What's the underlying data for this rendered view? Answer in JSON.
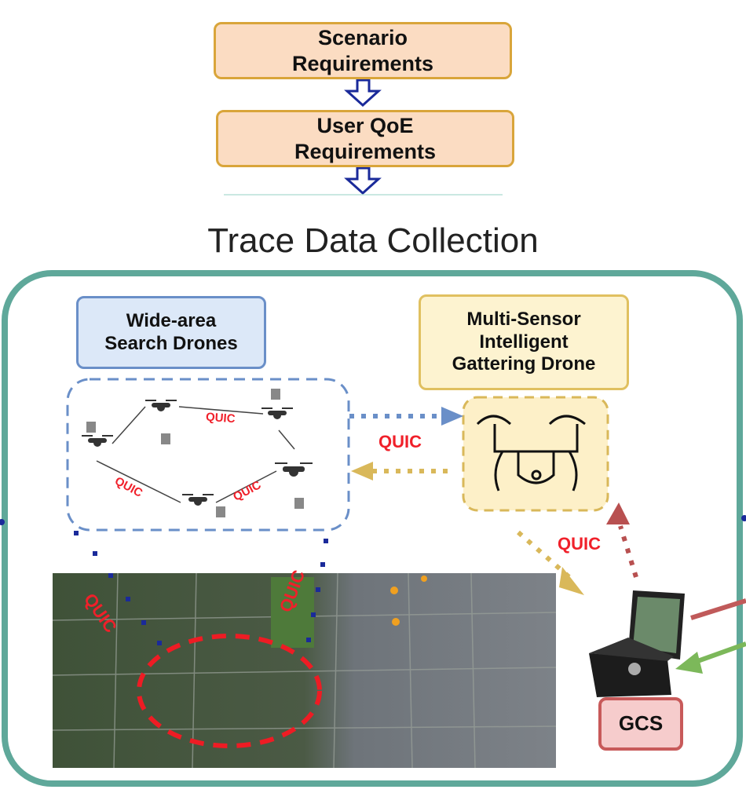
{
  "steps": [
    {
      "line1": "Scenario",
      "line2": "Requirements"
    },
    {
      "line1": "User QoE",
      "line2": "Requirements"
    }
  ],
  "section_title": "Trace Data Collection",
  "wide_area": {
    "line1": "Wide-area",
    "line2": "Search Drones"
  },
  "multi_sensor": {
    "line1": "Multi-Sensor",
    "line2": "Intelligent",
    "line3": "Gattering Drone"
  },
  "gcs_label": "GCS",
  "quic_label": "QUIC",
  "colors": {
    "teal": "#5fa89a",
    "peach": "#fbdcc2",
    "gold": "#d9a53a",
    "navy": "#1a2a9a",
    "red": "#f0202a"
  }
}
